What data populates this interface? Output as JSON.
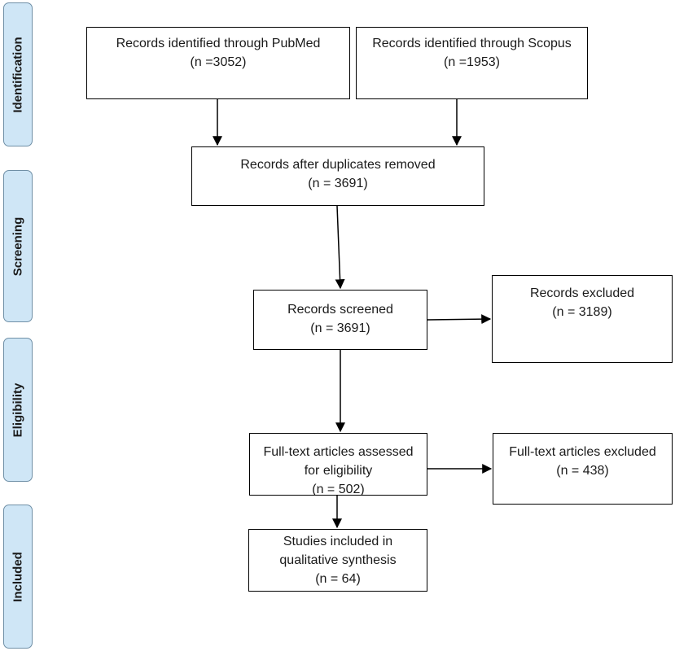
{
  "stages": {
    "identification": "Identification",
    "screening": "Screening",
    "eligibility": "Eligibility",
    "included": "Included"
  },
  "boxes": {
    "pubmed": {
      "line1": "Records identified through PubMed",
      "line2": "(n =3052)"
    },
    "scopus": {
      "line1": "Records identified through Scopus",
      "line2": "(n =1953)"
    },
    "duplicates_removed": {
      "line1": "Records after duplicates removed",
      "line2": "(n = 3691)"
    },
    "screened": {
      "line1": "Records screened",
      "line2": "(n = 3691)"
    },
    "excluded": {
      "line1": "Records excluded",
      "line2": "(n = 3189)"
    },
    "fulltext_assessed": {
      "line1": "Full-text articles assessed",
      "line2": "for eligibility",
      "line3": "(n = 502)"
    },
    "fulltext_excluded": {
      "line1": "Full-text articles excluded",
      "line2": "(n = 438)"
    },
    "included_studies": {
      "line1": "Studies included in",
      "line2": "qualitative synthesis",
      "line3": "(n = 64)"
    }
  }
}
